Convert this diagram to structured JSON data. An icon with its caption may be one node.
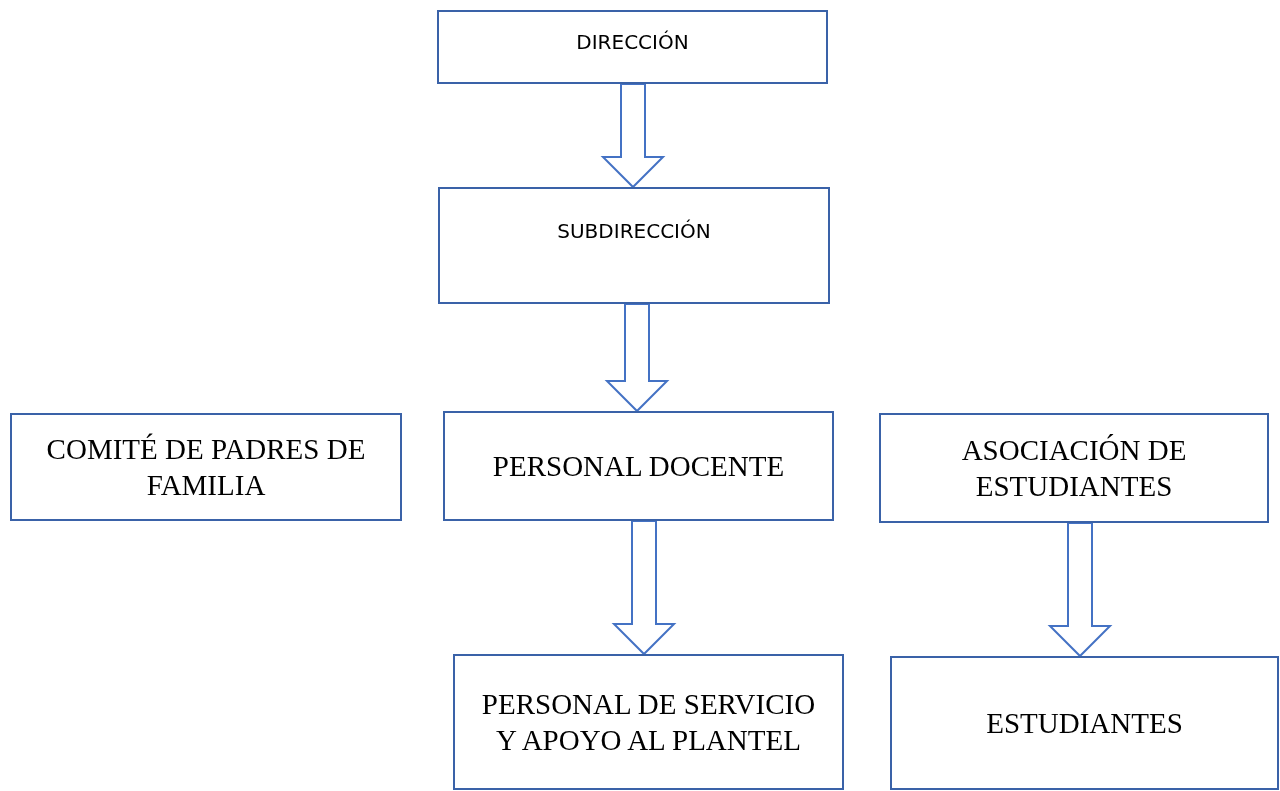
{
  "diagram": {
    "nodes": [
      {
        "text": [
          "DIRECCIÓN"
        ]
      },
      {
        "text": [
          "SUBDIRECCIÓN"
        ]
      },
      {
        "text": [
          "COMITÉ DE PADRES DE FAMILIA"
        ]
      },
      {
        "text": [
          "PERSONAL DOCENTE"
        ]
      },
      {
        "text": [
          "ASOCIACIÓN DE ESTUDIANTES"
        ]
      },
      {
        "text": [
          "PERSONAL DE SERVICIO Y APOYO AL PLANTEL"
        ]
      },
      {
        "text": [
          "ESTUDIANTES"
        ]
      }
    ],
    "edges": [
      {
        "from": 0,
        "to": 1,
        "arrow": "to"
      },
      {
        "from": 1,
        "to": 3,
        "arrow": "to"
      },
      {
        "from": 3,
        "to": 5,
        "arrow": "to"
      },
      {
        "from": 4,
        "to": 6,
        "arrow": "to"
      }
    ]
  }
}
